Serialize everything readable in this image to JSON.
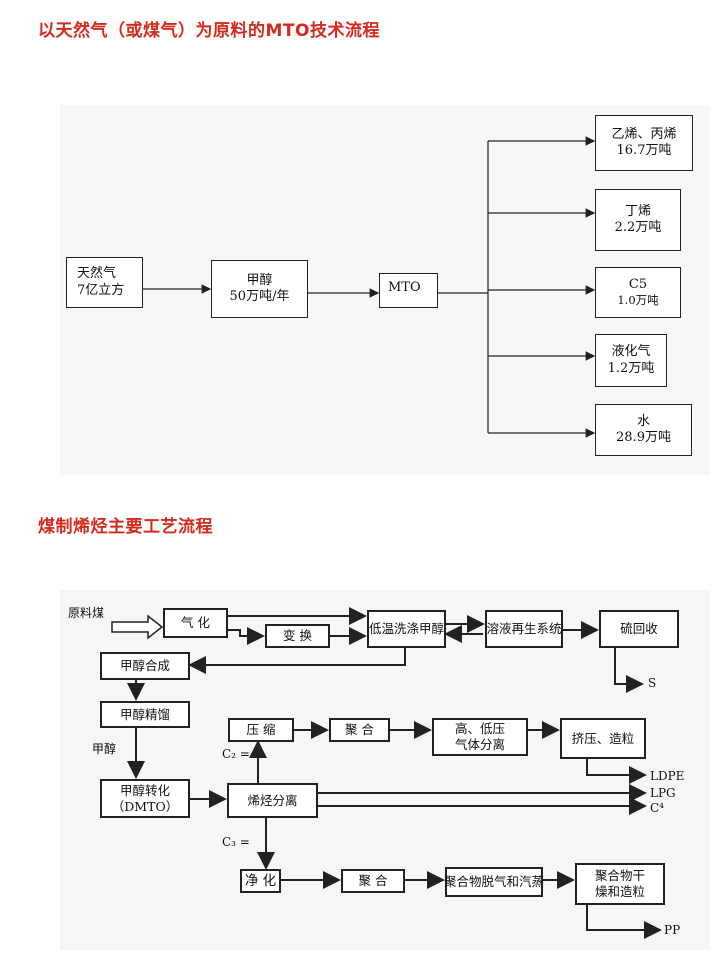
{
  "theme": {
    "title_color": "#d42b1e",
    "line_color": "#222222",
    "panel_bg_1": "#f7f7f7",
    "panel_bg_2": "#f6f6f6"
  },
  "section1": {
    "title": "以天然气（或煤气）为原料的MTO技术流程",
    "nodes": {
      "natural_gas": {
        "line1": "天然气",
        "line2": "7亿立方"
      },
      "methanol": {
        "line1": "甲醇",
        "line2": "50万吨/年"
      },
      "mto": {
        "line1": "MTO"
      },
      "ethylene_propylene": {
        "line1": "乙烯、丙烯",
        "line2": "16.7万吨"
      },
      "butylene": {
        "line1": "丁烯",
        "line2": "2.2万吨"
      },
      "c5": {
        "line1": "C5",
        "line2": "1.0万吨"
      },
      "lpg": {
        "line1": "液化气",
        "line2": "1.2万吨"
      },
      "water": {
        "line1": "水",
        "line2": "28.9万吨"
      }
    }
  },
  "section2": {
    "title": "煤制烯烃主要工艺流程",
    "nodes": {
      "gasification": "气  化",
      "shift": "变  换",
      "rectisol": "低温洗涤甲醇",
      "solvent_regen": "溶液再生系统",
      "sulfur_recovery": "硫回收",
      "methanol_synthesis": "甲醇合成",
      "methanol_rectify": "甲醇精馏",
      "methanol_conversion": {
        "line1": "甲醇转化",
        "line2": "（DMTO）"
      },
      "olefin_separation": "烯烃分离",
      "compression": "压  缩",
      "polymerization_pe": "聚  合",
      "gas_separation": {
        "line1": "高、低压",
        "line2": "气体分离"
      },
      "extrude_pelletize": "挤压、造粒",
      "purification": "净  化",
      "polymerization_pp": "聚  合",
      "devolatilization": "聚合物脱气和汽蒸",
      "drying_pelletize": {
        "line1": "聚合物干",
        "line2": "燥和造粒"
      }
    },
    "labels": {
      "raw_coal": "原料煤",
      "methanol": "甲醇",
      "c2": "C₂ =",
      "c3": "C₃ =",
      "sulfur": "S",
      "ldpe": "LDPE",
      "lpg": "LPG",
      "c4": "C⁴",
      "pp": "PP"
    }
  }
}
